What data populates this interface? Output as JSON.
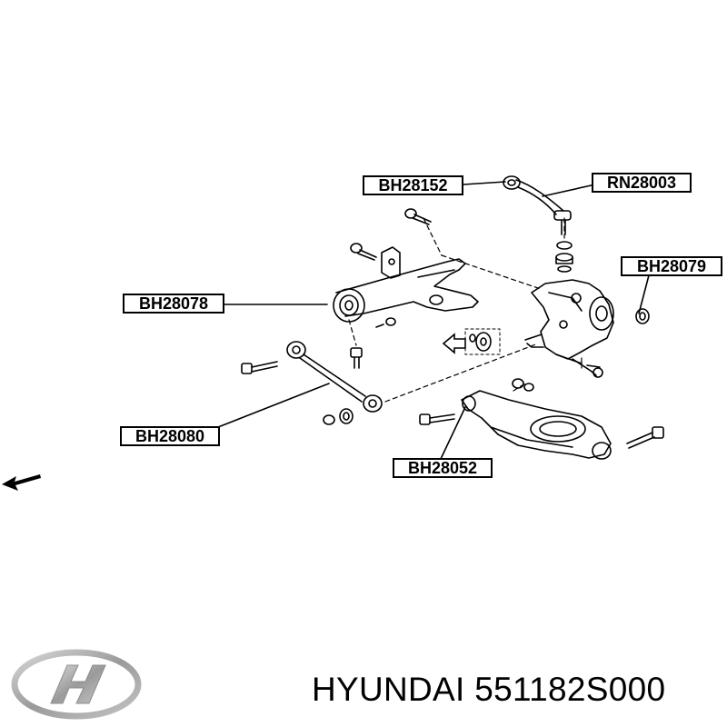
{
  "diagram": {
    "part_labels": {
      "bh28152": "BH28152",
      "rn28003": "RN28003",
      "bh28079": "BH28079",
      "bh28078": "BH28078",
      "bh28080": "BH28080",
      "bh28052": "BH28052"
    },
    "icons": [
      "front-direction-arrow-icon",
      "rear-direction-arrow-icon",
      "hyundai-logo-icon"
    ]
  },
  "footer": {
    "brand": "HYUNDAI",
    "part_number": "551182S000",
    "text": "HYUNDAI 551182S000"
  },
  "colors": {
    "line": "#000000",
    "background": "#ffffff",
    "logo": "#a8a8a8"
  }
}
